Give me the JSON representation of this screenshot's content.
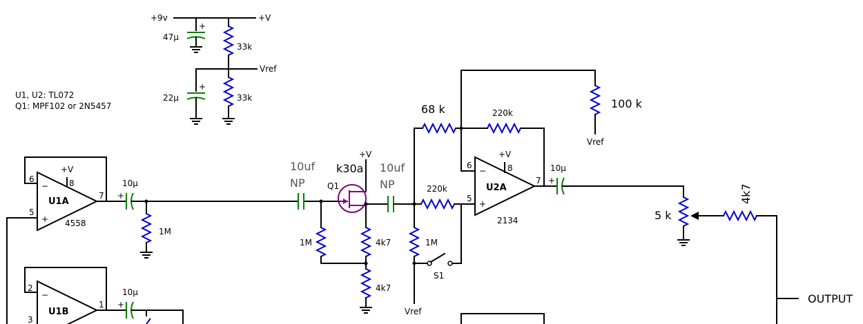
{
  "notes": {
    "line1": "U1, U2: TL072",
    "line2": "Q1: MPF102 or 2N5457"
  },
  "supply": {
    "input_rail": "+9v",
    "output_rail": "+V",
    "cap_top": "47µ",
    "cap_bottom": "22µ",
    "r_top": "33k",
    "r_bottom": "33k",
    "vref": "Vref"
  },
  "opamps": {
    "u1a": {
      "name": "U1A",
      "part": "4558",
      "pin_inv": "6",
      "pin_noninv": "5",
      "pin_out": "7",
      "pin_supply": "8",
      "supply": "+V"
    },
    "u1b": {
      "name": "U1B",
      "pin_inv": "2",
      "pin_noninv": "3",
      "pin_out": "1"
    },
    "u2a": {
      "name": "U2A",
      "part": "2134",
      "pin_inv": "6",
      "pin_noninv": "5",
      "pin_out": "7",
      "pin_supply": "8",
      "supply": "+V"
    }
  },
  "components": {
    "c_u1a_out": "10µ",
    "r_u1a_gnd": "1M",
    "c_u1b_out": "10µ",
    "c_in_value": "10uf",
    "c_in_type": "NP",
    "q1_label": "Q1",
    "q1_part": "k30a",
    "q1_supply": "+V",
    "r_gate": "1M",
    "r_drain": "4k7",
    "r_source": "4k7",
    "c_mid_value": "10uf",
    "c_mid_type": "NP",
    "r_fb_a": "68 k",
    "r_fb_b": "220k",
    "r_series": "220k",
    "r_bias": "1M",
    "bias_vref": "Vref",
    "switch": "S1",
    "r_top_fb": "100 k",
    "top_vref": "Vref",
    "c_out": "10µ",
    "pot": "5 k",
    "r_out": "4k7",
    "output": "OUTPUT"
  }
}
